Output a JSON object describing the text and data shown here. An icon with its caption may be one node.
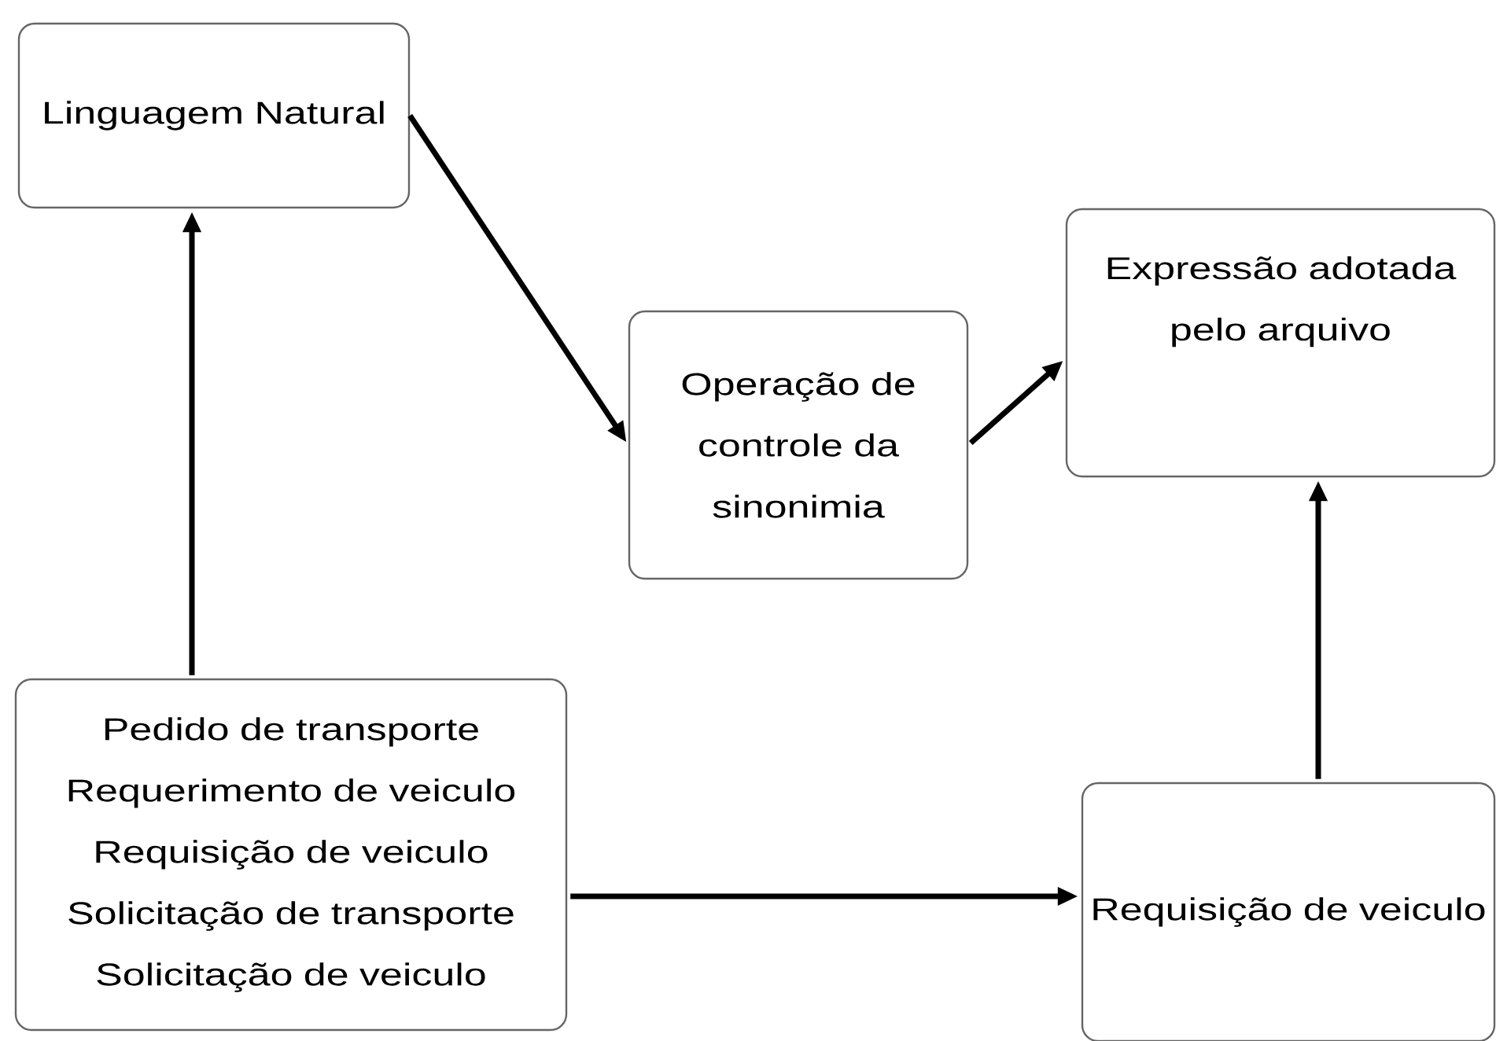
{
  "diagram": {
    "nodes": [
      {
        "text": [
          "Linguagem Natural"
        ]
      },
      {
        "text": [
          "Operação de controle da sinonimia"
        ]
      },
      {
        "text": [
          "Expressão adotada pelo arquivo"
        ]
      },
      {
        "text": [
          "Pedido de transporte",
          "Requerimento de veiculo",
          "Requisição de veiculo",
          "Solicitação de transporte",
          "Solicitação de veiculo"
        ]
      },
      {
        "text": [
          "Requisição de veiculo"
        ]
      }
    ],
    "edges": [
      {
        "from": 0,
        "to": 1,
        "arrow": "to"
      },
      {
        "from": 1,
        "to": 2,
        "arrow": "to"
      },
      {
        "from": 3,
        "to": 0,
        "arrow": "to"
      },
      {
        "from": 3,
        "to": 4,
        "arrow": "to"
      },
      {
        "from": 4,
        "to": 2,
        "arrow": "to"
      }
    ]
  }
}
